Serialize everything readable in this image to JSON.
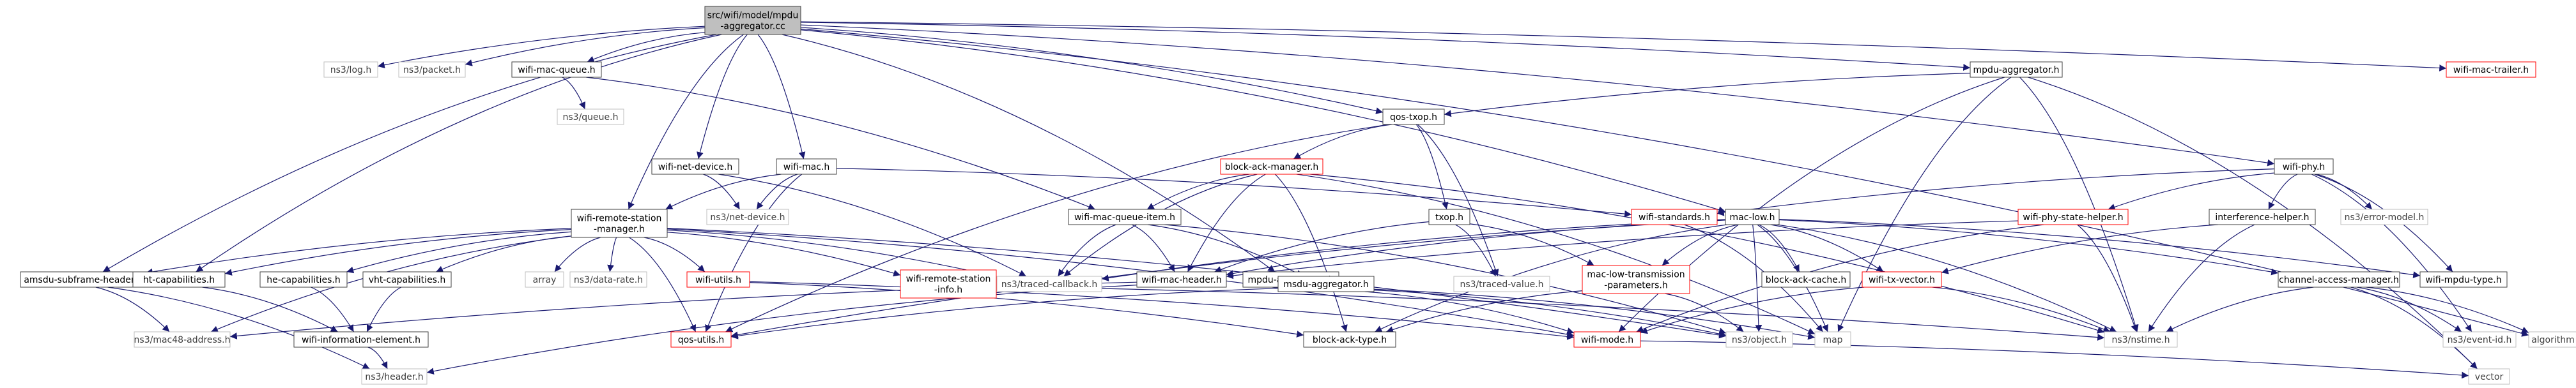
{
  "nodes": [
    {
      "id": "root",
      "lines": [
        "src/wifi/model/mpdu",
        "-aggregator.cc"
      ],
      "style": "root"
    },
    {
      "id": "log",
      "lines": [
        "ns3/log.h"
      ],
      "style": "gray"
    },
    {
      "id": "packet",
      "lines": [
        "ns3/packet.h"
      ],
      "style": "gray"
    },
    {
      "id": "wmq",
      "lines": [
        "wifi-mac-queue.h"
      ],
      "style": "black"
    },
    {
      "id": "queue",
      "lines": [
        "ns3/queue.h"
      ],
      "style": "gray"
    },
    {
      "id": "wnd",
      "lines": [
        "wifi-net-device.h"
      ],
      "style": "black"
    },
    {
      "id": "netdev",
      "lines": [
        "ns3/net-device.h"
      ],
      "style": "gray"
    },
    {
      "id": "wmac",
      "lines": [
        "wifi-mac.h"
      ],
      "style": "black"
    },
    {
      "id": "wrsm",
      "lines": [
        "wifi-remote-station",
        "-manager.h"
      ],
      "style": "black"
    },
    {
      "id": "amsdu",
      "lines": [
        "amsdu-subframe-header.h"
      ],
      "style": "black"
    },
    {
      "id": "htcap",
      "lines": [
        "ht-capabilities.h"
      ],
      "style": "black"
    },
    {
      "id": "hecap",
      "lines": [
        "he-capabilities.h"
      ],
      "style": "black"
    },
    {
      "id": "vhtcap",
      "lines": [
        "vht-capabilities.h"
      ],
      "style": "black"
    },
    {
      "id": "array",
      "lines": [
        "array"
      ],
      "style": "gray"
    },
    {
      "id": "datarate",
      "lines": [
        "ns3/data-rate.h"
      ],
      "style": "gray"
    },
    {
      "id": "wutils",
      "lines": [
        "wifi-utils.h"
      ],
      "style": "red"
    },
    {
      "id": "wrsi",
      "lines": [
        "wifi-remote-station",
        "-info.h"
      ],
      "style": "red"
    },
    {
      "id": "mac48",
      "lines": [
        "ns3/mac48-address.h"
      ],
      "style": "gray"
    },
    {
      "id": "wie",
      "lines": [
        "wifi-information-element.h"
      ],
      "style": "black"
    },
    {
      "id": "header",
      "lines": [
        "ns3/header.h"
      ],
      "style": "gray"
    },
    {
      "id": "qosutils",
      "lines": [
        "qos-utils.h"
      ],
      "style": "red"
    },
    {
      "id": "mpduagg_h",
      "lines": [
        "mpdu-aggregator.h"
      ],
      "style": "black"
    },
    {
      "id": "qostxop",
      "lines": [
        "qos-txop.h"
      ],
      "style": "black"
    },
    {
      "id": "bam",
      "lines": [
        "block-ack-manager.h"
      ],
      "style": "red"
    },
    {
      "id": "wmqi",
      "lines": [
        "wifi-mac-queue-item.h"
      ],
      "style": "black"
    },
    {
      "id": "txop",
      "lines": [
        "txop.h"
      ],
      "style": "black"
    },
    {
      "id": "tracedcb",
      "lines": [
        "ns3/traced-callback.h"
      ],
      "style": "gray"
    },
    {
      "id": "wmh",
      "lines": [
        "wifi-mac-header.h"
      ],
      "style": "black"
    },
    {
      "id": "msduagg",
      "lines": [
        "msdu-aggregator.h"
      ],
      "style": "black"
    },
    {
      "id": "tracedval",
      "lines": [
        "ns3/traced-value.h"
      ],
      "style": "gray"
    },
    {
      "id": "mltp",
      "lines": [
        "mac-low-transmission",
        "-parameters.h"
      ],
      "style": "red"
    },
    {
      "id": "wstd",
      "lines": [
        "wifi-standards.h"
      ],
      "style": "red"
    },
    {
      "id": "maclow",
      "lines": [
        "mac-low.h"
      ],
      "style": "black"
    },
    {
      "id": "bac",
      "lines": [
        "block-ack-cache.h"
      ],
      "style": "black"
    },
    {
      "id": "wtxv",
      "lines": [
        "wifi-tx-vector.h"
      ],
      "style": "red"
    },
    {
      "id": "bat",
      "lines": [
        "block-ack-type.h"
      ],
      "style": "black"
    },
    {
      "id": "wmode",
      "lines": [
        "wifi-mode.h"
      ],
      "style": "red"
    },
    {
      "id": "object",
      "lines": [
        "ns3/object.h"
      ],
      "style": "gray"
    },
    {
      "id": "map",
      "lines": [
        "map"
      ],
      "style": "gray"
    },
    {
      "id": "nstime",
      "lines": [
        "ns3/nstime.h"
      ],
      "style": "gray"
    },
    {
      "id": "wpsh",
      "lines": [
        "wifi-phy-state-helper.h"
      ],
      "style": "red"
    },
    {
      "id": "wphy",
      "lines": [
        "wifi-phy.h"
      ],
      "style": "black"
    },
    {
      "id": "ih",
      "lines": [
        "interference-helper.h"
      ],
      "style": "black"
    },
    {
      "id": "errmodel",
      "lines": [
        "ns3/error-model.h"
      ],
      "style": "gray"
    },
    {
      "id": "cam",
      "lines": [
        "channel-access-manager.h"
      ],
      "style": "black"
    },
    {
      "id": "wmpdutype",
      "lines": [
        "wifi-mpdu-type.h"
      ],
      "style": "black"
    },
    {
      "id": "eventid",
      "lines": [
        "ns3/event-id.h"
      ],
      "style": "gray"
    },
    {
      "id": "algorithm",
      "lines": [
        "algorithm"
      ],
      "style": "gray"
    },
    {
      "id": "vector",
      "lines": [
        "vector"
      ],
      "style": "gray"
    },
    {
      "id": "mpduagg",
      "lines": [
        "mpdu-aggregator.h"
      ],
      "style": "black"
    },
    {
      "id": "wmt",
      "lines": [
        "wifi-mac-trailer.h"
      ],
      "style": "red"
    }
  ],
  "edges": [
    [
      "root",
      "log"
    ],
    [
      "root",
      "packet"
    ],
    [
      "root",
      "wmq"
    ],
    [
      "root",
      "wnd"
    ],
    [
      "root",
      "wmac"
    ],
    [
      "root",
      "wrsm"
    ],
    [
      "root",
      "amsdu"
    ],
    [
      "root",
      "htcap"
    ],
    [
      "root",
      "mpduagg_h"
    ],
    [
      "root",
      "qostxop"
    ],
    [
      "root",
      "maclow"
    ],
    [
      "root",
      "mpduagg"
    ],
    [
      "root",
      "wphy"
    ],
    [
      "root",
      "wmt"
    ],
    [
      "root",
      "algorithm"
    ],
    [
      "wmq",
      "queue"
    ],
    [
      "wmq",
      "wmqi"
    ],
    [
      "wnd",
      "netdev"
    ],
    [
      "wnd",
      "tracedcb"
    ],
    [
      "wmac",
      "netdev"
    ],
    [
      "wmac",
      "wstd"
    ],
    [
      "wmac",
      "qosutils"
    ],
    [
      "wmac",
      "wrsm"
    ],
    [
      "wrsm",
      "amsdu"
    ],
    [
      "wrsm",
      "htcap"
    ],
    [
      "wrsm",
      "hecap"
    ],
    [
      "wrsm",
      "vhtcap"
    ],
    [
      "wrsm",
      "array"
    ],
    [
      "wrsm",
      "datarate"
    ],
    [
      "wrsm",
      "wutils"
    ],
    [
      "wrsm",
      "wrsi"
    ],
    [
      "wrsm",
      "mac48"
    ],
    [
      "wrsm",
      "qosutils"
    ],
    [
      "wrsm",
      "wmode"
    ],
    [
      "wrsm",
      "tracedcb"
    ],
    [
      "wrsm",
      "object"
    ],
    [
      "amsdu",
      "mac48"
    ],
    [
      "amsdu",
      "header"
    ],
    [
      "htcap",
      "wie"
    ],
    [
      "hecap",
      "wie"
    ],
    [
      "vhtcap",
      "wie"
    ],
    [
      "wie",
      "header"
    ],
    [
      "wutils",
      "bat"
    ],
    [
      "wutils",
      "wmode"
    ],
    [
      "wrsi",
      "nstime"
    ],
    [
      "qostxop",
      "bam"
    ],
    [
      "qostxop",
      "txop"
    ],
    [
      "qostxop",
      "tracedval"
    ],
    [
      "qostxop",
      "qosutils"
    ],
    [
      "bam",
      "wmqi"
    ],
    [
      "bam",
      "wmh"
    ],
    [
      "bam",
      "tracedcb"
    ],
    [
      "bam",
      "bat"
    ],
    [
      "bam",
      "nstime"
    ],
    [
      "bam",
      "map"
    ],
    [
      "wmqi",
      "wmh"
    ],
    [
      "wmqi",
      "msduagg"
    ],
    [
      "wmqi",
      "tracedcb"
    ],
    [
      "wmqi",
      "object"
    ],
    [
      "txop",
      "wmh"
    ],
    [
      "txop",
      "tracedval"
    ],
    [
      "txop",
      "mltp"
    ],
    [
      "wmh",
      "mac48"
    ],
    [
      "wmh",
      "header"
    ],
    [
      "msduagg",
      "qosutils"
    ],
    [
      "msduagg",
      "wmode"
    ],
    [
      "msduagg",
      "map"
    ],
    [
      "msduagg",
      "object"
    ],
    [
      "mltp",
      "bat"
    ],
    [
      "mltp",
      "object"
    ],
    [
      "wstd",
      "map"
    ],
    [
      "maclow",
      "wmh"
    ],
    [
      "maclow",
      "bac"
    ],
    [
      "maclow",
      "wtxv"
    ],
    [
      "maclow",
      "mltp"
    ],
    [
      "maclow",
      "cam"
    ],
    [
      "maclow",
      "wmpdutype"
    ],
    [
      "maclow",
      "map"
    ],
    [
      "maclow",
      "nstime"
    ],
    [
      "maclow",
      "bat"
    ],
    [
      "maclow",
      "object"
    ],
    [
      "maclow",
      "tracedcb"
    ],
    [
      "maclow",
      "qosutils"
    ],
    [
      "wtxv",
      "wmode"
    ],
    [
      "wtxv",
      "nstime"
    ],
    [
      "wmode",
      "vector"
    ],
    [
      "wpsh",
      "wmh"
    ],
    [
      "wpsh",
      "wmode"
    ],
    [
      "wpsh",
      "nstime"
    ],
    [
      "wphy",
      "wpsh"
    ],
    [
      "wphy",
      "ih"
    ],
    [
      "wphy",
      "errmodel"
    ],
    [
      "wphy",
      "wmpdutype"
    ],
    [
      "wphy",
      "wstd"
    ],
    [
      "wphy",
      "eventid"
    ],
    [
      "ih",
      "wtxv"
    ],
    [
      "ih",
      "nstime"
    ],
    [
      "cam",
      "nstime"
    ],
    [
      "cam",
      "eventid"
    ],
    [
      "cam",
      "algorithm"
    ],
    [
      "cam",
      "vector"
    ],
    [
      "mpduagg",
      "qostxop"
    ],
    [
      "mpduagg",
      "wmode"
    ],
    [
      "mpduagg",
      "map"
    ],
    [
      "mpduagg",
      "nstime"
    ],
    [
      "mpduagg",
      "vector"
    ]
  ],
  "colors": {
    "black_border": "#404040",
    "gray_border": "#bfbfbf",
    "red_border": "#ff0000",
    "root_fill": "#bfbfbf",
    "edge": "#191970",
    "text": "#000000",
    "gray_text": "#404040"
  }
}
